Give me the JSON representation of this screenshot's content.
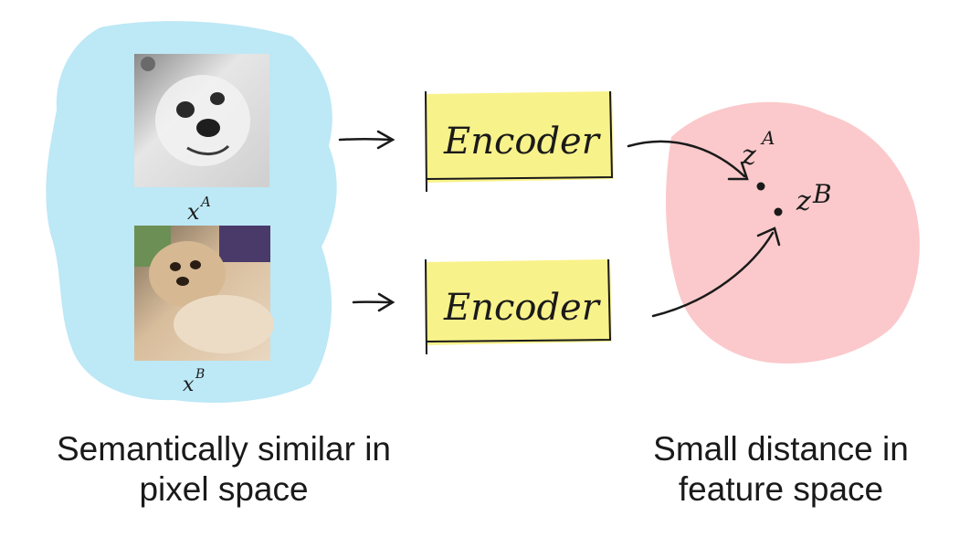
{
  "diagram": {
    "inputs": [
      {
        "label_base": "x",
        "label_sup": "A",
        "photo": "grayscale-dog-photo"
      },
      {
        "label_base": "x",
        "label_sup": "B",
        "photo": "color-dog-photo"
      }
    ],
    "encoder_label": "Encoder",
    "embeddings": [
      {
        "label_base": "z",
        "label_sup": "A"
      },
      {
        "label_base": "z",
        "label_sup": "B"
      }
    ],
    "captions": {
      "left": [
        "Semantically similar in",
        "pixel space"
      ],
      "right": [
        "Small distance in",
        "feature space"
      ]
    },
    "colors": {
      "pixel_space_blob": "#bde8f6",
      "feature_space_blob": "#fbc9cb",
      "encoder_box": "#f8f28a",
      "ink": "#1a1a1a"
    }
  }
}
